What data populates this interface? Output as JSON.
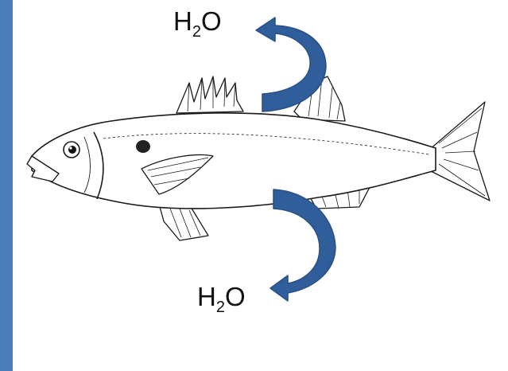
{
  "labels": {
    "top": {
      "main": "H",
      "sub": "2",
      "tail": "O"
    },
    "bottom": {
      "main": "H",
      "sub": "2",
      "tail": "O"
    }
  },
  "colors": {
    "border": "#4a7ebb",
    "arrow_fill": "#2f5e9a",
    "arrow_stroke": "#2a4f84",
    "ink": "#1a1a1a"
  },
  "icons": {
    "fish": "sea-bass-illustration",
    "arrow_up": "curved-arrow-up-left",
    "arrow_down": "curved-arrow-down-left"
  }
}
